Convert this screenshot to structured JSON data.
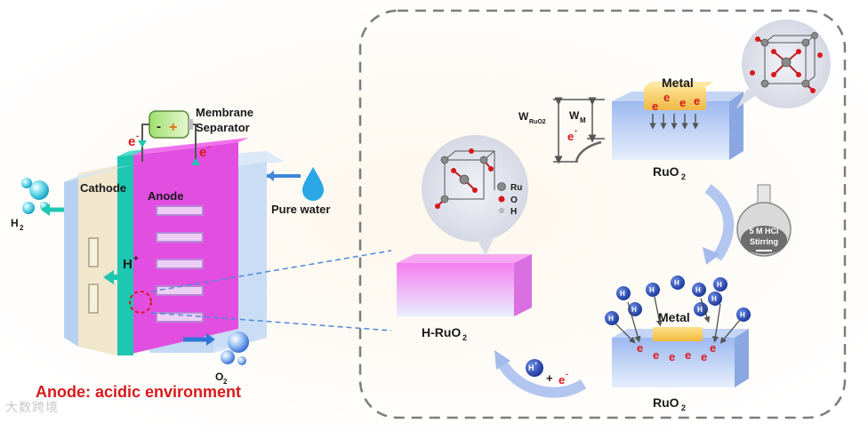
{
  "electrolyzer": {
    "membrane_label_1": "Membrane",
    "membrane_label_2": "Separator",
    "cathode_label": "Cathode",
    "anode_label": "Anode",
    "pure_water_label": "Pure water",
    "h2_label": "H",
    "h2_sub": "2",
    "o2_label": "O",
    "o2_sub": "2",
    "e_left": "e",
    "e_right": "e",
    "e_sup": "-",
    "hplus_label": "H",
    "hplus_sup": "+",
    "battery_minus": "-",
    "battery_plus": "+",
    "caption": "Anode: acidic environment"
  },
  "mechanism": {
    "metal_top_label": "Metal",
    "ruo2_top_label": "RuO",
    "ruo2_top_sub": "2",
    "w_ruo2_label": "W",
    "w_ruo2_sub": "RuO2",
    "w_m_label": "W",
    "w_m_sub": "M",
    "e_label": "e",
    "e_sup": "-",
    "flask_line1": "5 M HCl",
    "flask_line2": "Stirring",
    "metal_bottom_label": "Metal",
    "ruo2_bottom_label": "RuO",
    "ruo2_bottom_sub": "2",
    "h_ruo2_label": "H-RuO",
    "h_ruo2_sub": "2",
    "hplus_label": "H",
    "hplus_sup": "+",
    "plus_sign": "+",
    "legend_ru": "Ru",
    "legend_o": "O",
    "legend_h": "H"
  },
  "watermark": "大数跨境",
  "colors": {
    "red_text": "#d7191c",
    "teal": "#1ec7b2",
    "magenta": "#e94ee3",
    "metal": "#f6c64a",
    "ruo2_blue": "#a8c4f0",
    "hruo2_pink": "#f590f0",
    "arrow_blue": "#9db6ea"
  }
}
